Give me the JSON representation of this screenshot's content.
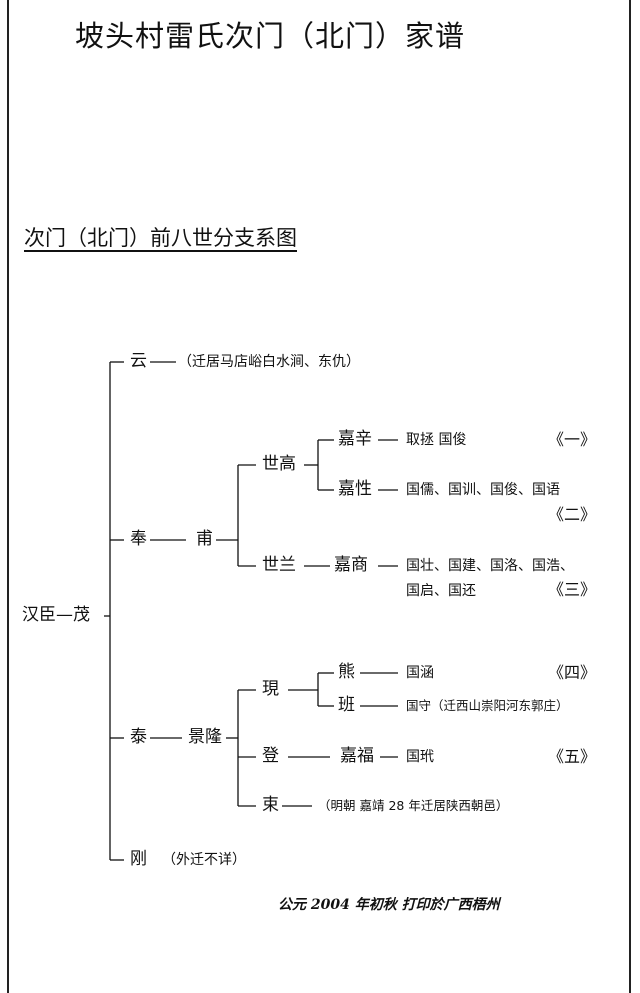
{
  "title": "坡头村雷氏次门（北门）家谱",
  "subtitle": "次门（北门）前八世分支系图",
  "root": "汉臣—茂",
  "yun": {
    "name": "云",
    "note": "（迁居马店峪白水涧、东仇）"
  },
  "feng": {
    "name": "奉",
    "child": "甫"
  },
  "shigao": {
    "name": "世高"
  },
  "jiaxin": {
    "name": "嘉辛",
    "sons": "取拯 国俊",
    "tag": "《一》"
  },
  "jiaxing": {
    "name": "嘉性",
    "sons": "国儒、国训、国俊、国语",
    "tag": "《二》"
  },
  "shilan": {
    "name": "世兰"
  },
  "jiashang": {
    "name": "嘉商",
    "sons_line1": "国壮、国建、国洛、国浩、",
    "sons_line2": "国启、国还",
    "tag": "《三》"
  },
  "tai": {
    "name": "泰",
    "child": "景隆"
  },
  "xian": {
    "name": "現"
  },
  "xiong": {
    "name": "熊",
    "sons": "国涵",
    "tag": "《四》"
  },
  "ban": {
    "name": "班",
    "sons": "国守（迁西山崇阳河东郭庄）"
  },
  "deng": {
    "name": "登",
    "child": "嘉福",
    "sons": "国玳",
    "tag": "《五》"
  },
  "shu": {
    "name": "束",
    "note": "（明朝 嘉靖 28 年迁居陕西朝邑）"
  },
  "gang": {
    "name": "刚",
    "note": "（外迁不详）"
  },
  "footer": "公元 2004 年初秋  打印於广西梧州"
}
